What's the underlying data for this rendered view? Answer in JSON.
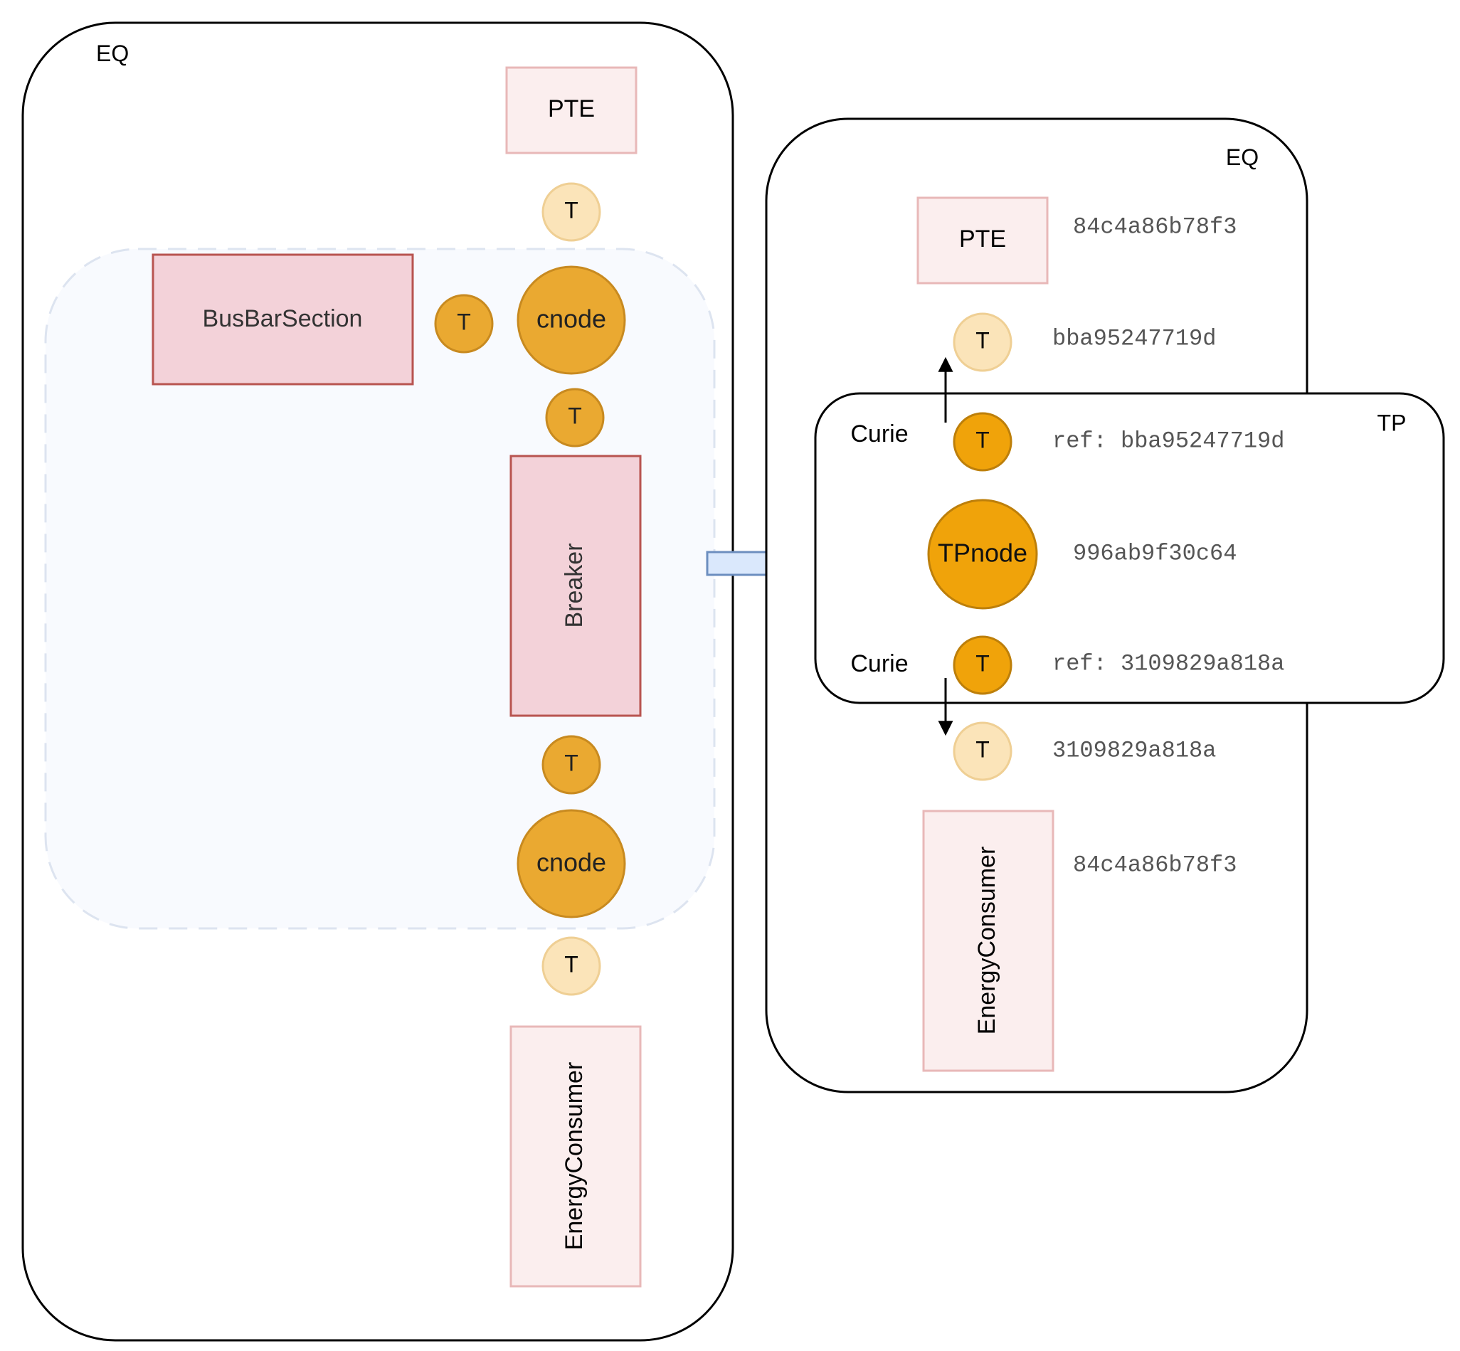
{
  "colors": {
    "container_stroke": "#000000",
    "dashed_group_fill": "#f8fafe",
    "dashed_group_stroke": "#dde4f0",
    "pte_fill": "#fbeeee",
    "pte_stroke": "#e8b8b8",
    "equipment_fill": "#f3d2d9",
    "equipment_stroke": "#b85450",
    "terminal_light_fill": "#fbe4b9",
    "terminal_light_stroke": "#efcf94",
    "terminal_dark_fill": "#eaa931",
    "terminal_dark_stroke": "#c88a20",
    "tpnode_fill": "#f0a30a",
    "tpnode_stroke": "#bd7f0a",
    "arrow_fill": "#dae8fc",
    "arrow_stroke": "#6c8ebf",
    "id_text": "#555555"
  },
  "left_panel": {
    "title": "EQ",
    "pte_label": "PTE",
    "terminal_label": "T",
    "busbar_label": "BusBarSection",
    "cnode_label": "cnode",
    "breaker_label": "Breaker",
    "consumer_label": "EnergyConsumer"
  },
  "right_panel": {
    "title": "EQ",
    "pte_label": "PTE",
    "pte_id": "84c4a86b78f3",
    "top_terminal_label": "T",
    "top_terminal_id": "bba95247719d",
    "bottom_terminal_label": "T",
    "bottom_terminal_id": "3109829a818a",
    "consumer_label": "EnergyConsumer",
    "consumer_id": "84c4a86b78f3"
  },
  "tp_panel": {
    "title": "TP",
    "curie_top": "Curie",
    "curie_bottom": "Curie",
    "terminal_label": "T",
    "ref_top": "ref: bba95247719d",
    "tpnode_label": "TPnode",
    "tpnode_id": "996ab9f30c64",
    "ref_bottom": "ref: 3109829a818a"
  }
}
